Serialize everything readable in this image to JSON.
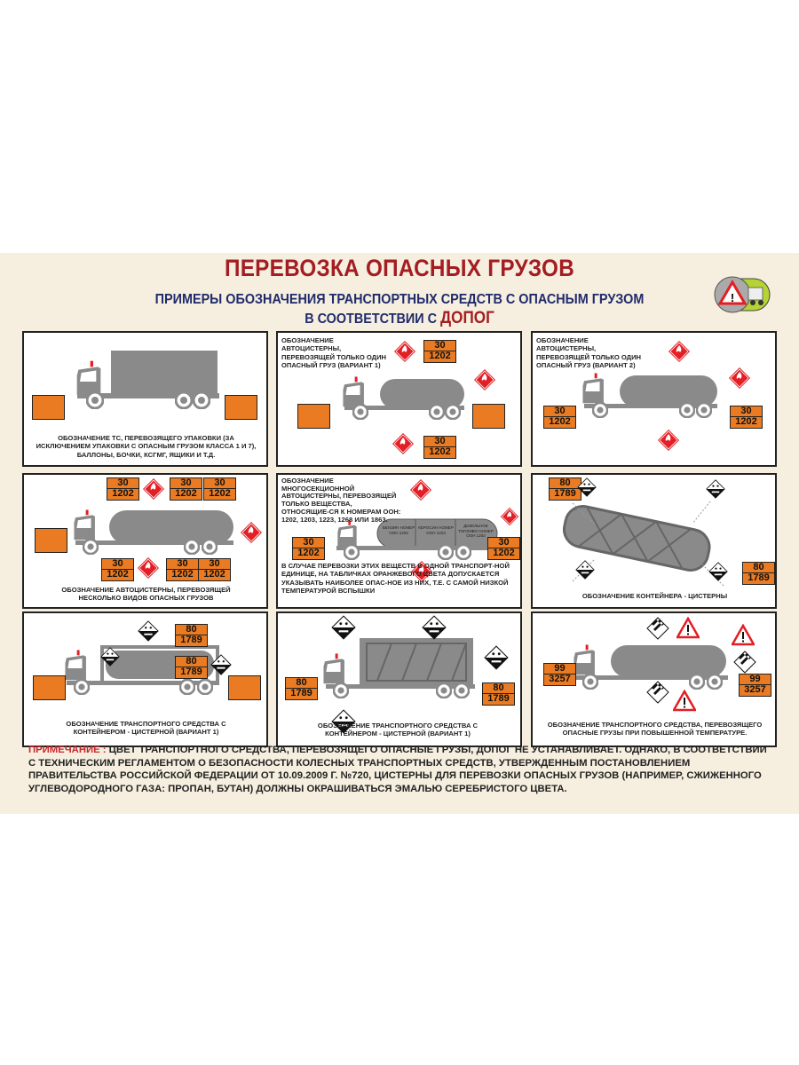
{
  "header": {
    "title": "ПЕРЕВОЗКА ОПАСНЫХ ГРУЗОВ",
    "subtitle_line1": "ПРИМЕРЫ ОБОЗНАЧЕНИЯ ТРАНСПОРТНЫХ СРЕДСТВ С ОПАСНЫМ ГРУЗОМ",
    "subtitle_line2": "В СООТВЕТСТВИИ С",
    "subtitle_accent": "ДОПОГ"
  },
  "plates": {
    "a": {
      "top": "30",
      "bottom": "1202"
    },
    "b": {
      "top": "80",
      "bottom": "1789"
    },
    "c": {
      "top": "99",
      "bottom": "3257"
    }
  },
  "panels": [
    {
      "caption": "ОБОЗНАЧЕНИЕ ТС, ПЕРЕВОЗЯЩЕГО УПАКОВКИ (ЗА ИСКЛЮЧЕНИЕМ УПАКОВКИ С ОПАСНЫМ ГРУЗОМ КЛАССА 1 И 7), БАЛЛОНЫ, БОЧКИ, КСГМГ, ЯЩИКИ И Т.Д."
    },
    {
      "caption": "ОБОЗНАЧЕНИЕ АВТОЦИСТЕРНЫ, ПЕРЕВОЗЯЩЕЙ ТОЛЬКО ОДИН ОПАСНЫЙ ГРУЗ (ВАРИАНТ 1)"
    },
    {
      "caption": "ОБОЗНАЧЕНИЕ АВТОЦИСТЕРНЫ, ПЕРЕВОЗЯЩЕЙ ТОЛЬКО ОДИН ОПАСНЫЙ ГРУЗ (ВАРИАНТ 2)"
    },
    {
      "caption": "ОБОЗНАЧЕНИЕ АВТОЦИСТЕРНЫ, ПЕРЕВОЗЯЩЕЙ НЕСКОЛЬКО ВИДОВ ОПАСНЫХ ГРУЗОВ"
    },
    {
      "caption_top": "ОБОЗНАЧЕНИЕ МНОГОСЕКЦИОННОЙ АВТОЦИСТЕРНЫ, ПЕРЕВОЗЯЩЕЙ ТОЛЬКО ВЕЩЕСТВА, ОТНОСЯЩИЕ-СЯ К НОМЕРАМ ООН: 1202, 1203, 1223, 1268 ИЛИ 1863.",
      "caption_bottom": "В СЛУЧАЕ ПЕРЕВОЗКИ ЭТИХ ВЕЩЕСТВ В ОДНОЙ ТРАНСПОРТ-НОЙ ЕДИНИЦЕ, НА ТАБЛИЧКАХ ОРАНЖЕВОГО ЦВЕТА ДОПУСКАЕТСЯ УКАЗЫВАТЬ НАИБОЛЕЕ ОПАС-НОЕ ИЗ НИХ, Т.Е. С САМОЙ НИЗКОЙ ТЕМПЕРАТУРОЙ ВСПЫШКИ",
      "sections": [
        "Бензин Номер ООН 1203",
        "Керосин Номер ООН 1223",
        "Дизельное топливо Номер ООН 1202"
      ]
    },
    {
      "caption": "ОБОЗНАЧЕНИЕ КОНТЕЙНЕРА - ЦИСТЕРНЫ"
    },
    {
      "caption": "ОБОЗНАЧЕНИЕ ТРАНСПОРТНОГО СРЕДСТВА С КОНТЕЙНЕРОМ - ЦИСТЕРНОЙ (ВАРИАНТ 1)"
    },
    {
      "caption": "ОБОЗНАЧЕНИЕ ТРАНСПОРТНОГО СРЕДСТВА С КОНТЕЙНЕРОМ - ЦИСТЕРНОЙ (ВАРИАНТ 1)"
    },
    {
      "caption": "ОБОЗНАЧЕНИЕ ТРАНСПОРТНОГО СРЕДСТВА, ПЕРЕВОЗЯЩЕГО ОПАСНЫЕ ГРУЗЫ ПРИ ПОВЫШЕННОЙ ТЕМПЕРАТУРЕ."
    }
  ],
  "note": {
    "label": "ПРИМЕЧАНИЕ :",
    "text": "ЦВЕТ ТРАНСПОРТНОГО СРЕДСТВА, ПЕРЕВОЗЯЩЕГО ОПАСНЫЕ ГРУЗЫ, ДОПОГ НЕ УСТАНАВЛИВАЕТ. ОДНАКО, В СООТВЕТСТВИИ С ТЕХНИЧЕСКИМ РЕГЛАМЕНТОМ О БЕЗОПАСНОСТИ КОЛЕСНЫХ ТРАНСПОРТНЫХ СРЕДСТВ, УТВЕРЖДЕННЫМ ПОСТАНОВЛЕНИЕМ ПРАВИТЕЛЬСТВА РОССИЙСКОЙ ФЕДЕРАЦИИ ОТ 10.09.2009 Г. №720, ЦИСТЕРНЫ ДЛЯ ПЕРЕВОЗКИ ОПАСНЫХ ГРУЗОВ (НАПРИМЕР, СЖИЖЕННОГО УГЛЕВОДОРОДНОГО ГАЗА: ПРОПАН, БУТАН) ДОЛЖНЫ ОКРАШИВАТЬСЯ ЭМАЛЬЮ СЕРЕБРИСТОГО ЦВЕТА."
  },
  "colors": {
    "title": "#a31d22",
    "subtitle": "#1f2a6b",
    "plate": "#ea7b22",
    "diamond": "#e31e24",
    "vehicle": "#8a8a8a",
    "background": "#f6efdf"
  }
}
